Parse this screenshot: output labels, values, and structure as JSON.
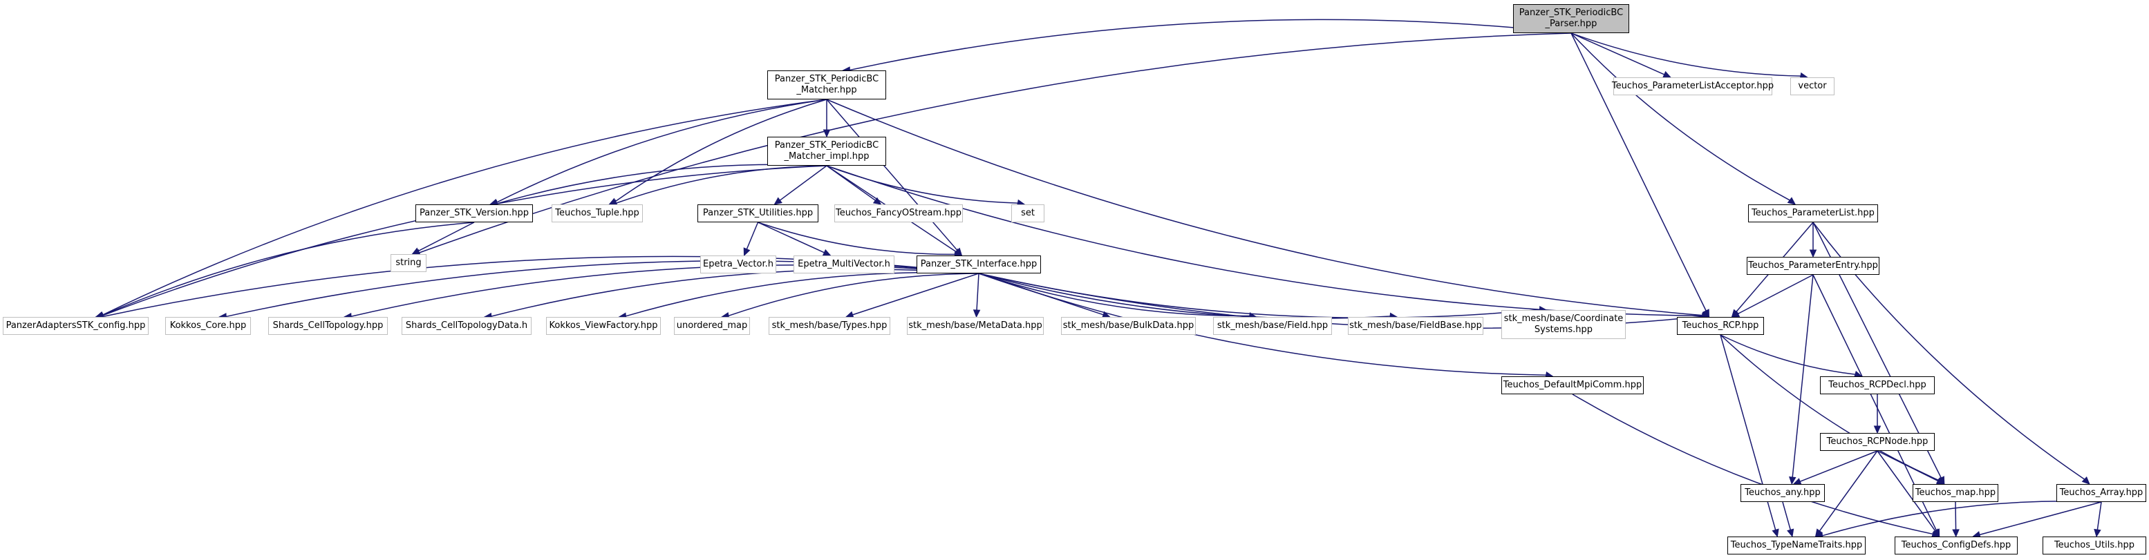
{
  "nodes": [
    {
      "id": "root",
      "label": "Panzer_STK_PeriodicBC\n_Parser.hpp",
      "kind": "root"
    },
    {
      "id": "matcher",
      "label": "Panzer_STK_PeriodicBC\n_Matcher.hpp",
      "kind": "strong"
    },
    {
      "id": "acceptor",
      "label": "Teuchos_ParameterListAcceptor.hpp",
      "kind": "weak"
    },
    {
      "id": "vector",
      "label": "vector",
      "kind": "weak"
    },
    {
      "id": "matcher_impl",
      "label": "Panzer_STK_PeriodicBC\n_Matcher_impl.hpp",
      "kind": "strong"
    },
    {
      "id": "version",
      "label": "Panzer_STK_Version.hpp",
      "kind": "strong"
    },
    {
      "id": "tuple",
      "label": "Teuchos_Tuple.hpp",
      "kind": "weak"
    },
    {
      "id": "utilities",
      "label": "Panzer_STK_Utilities.hpp",
      "kind": "strong"
    },
    {
      "id": "fancy",
      "label": "Teuchos_FancyOStream.hpp",
      "kind": "weak"
    },
    {
      "id": "set",
      "label": "set",
      "kind": "weak"
    },
    {
      "id": "paramlist",
      "label": "Teuchos_ParameterList.hpp",
      "kind": "strong"
    },
    {
      "id": "string",
      "label": "string",
      "kind": "weak"
    },
    {
      "id": "epetra_vec",
      "label": "Epetra_Vector.h",
      "kind": "weak"
    },
    {
      "id": "epetra_mv",
      "label": "Epetra_MultiVector.h",
      "kind": "weak"
    },
    {
      "id": "interface",
      "label": "Panzer_STK_Interface.hpp",
      "kind": "strong"
    },
    {
      "id": "paramentry",
      "label": "Teuchos_ParameterEntry.hpp",
      "kind": "strong"
    },
    {
      "id": "config",
      "label": "PanzerAdaptersSTK_config.hpp",
      "kind": "weak"
    },
    {
      "id": "kokkos_core",
      "label": "Kokkos_Core.hpp",
      "kind": "weak"
    },
    {
      "id": "shards_ct",
      "label": "Shards_CellTopology.hpp",
      "kind": "weak"
    },
    {
      "id": "shards_ctd",
      "label": "Shards_CellTopologyData.h",
      "kind": "weak"
    },
    {
      "id": "kokkos_vf",
      "label": "Kokkos_ViewFactory.hpp",
      "kind": "weak"
    },
    {
      "id": "unordered_map",
      "label": "unordered_map",
      "kind": "weak"
    },
    {
      "id": "types",
      "label": "stk_mesh/base/Types.hpp",
      "kind": "weak"
    },
    {
      "id": "metadata",
      "label": "stk_mesh/base/MetaData.hpp",
      "kind": "weak"
    },
    {
      "id": "bulkdata",
      "label": "stk_mesh/base/BulkData.hpp",
      "kind": "weak"
    },
    {
      "id": "field",
      "label": "stk_mesh/base/Field.hpp",
      "kind": "weak"
    },
    {
      "id": "fieldbase",
      "label": "stk_mesh/base/FieldBase.hpp",
      "kind": "weak"
    },
    {
      "id": "coordsys",
      "label": "stk_mesh/base/Coordinate\nSystems.hpp",
      "kind": "weak"
    },
    {
      "id": "rcp",
      "label": "Teuchos_RCP.hpp",
      "kind": "strong"
    },
    {
      "id": "mpicomm",
      "label": "Teuchos_DefaultMpiComm.hpp",
      "kind": "strong"
    },
    {
      "id": "rcpdecl",
      "label": "Teuchos_RCPDecl.hpp",
      "kind": "strong"
    },
    {
      "id": "rcpnode",
      "label": "Teuchos_RCPNode.hpp",
      "kind": "strong"
    },
    {
      "id": "any",
      "label": "Teuchos_any.hpp",
      "kind": "strong"
    },
    {
      "id": "map",
      "label": "Teuchos_map.hpp",
      "kind": "strong"
    },
    {
      "id": "array",
      "label": "Teuchos_Array.hpp",
      "kind": "strong"
    },
    {
      "id": "typenametraits",
      "label": "Teuchos_TypeNameTraits.hpp",
      "kind": "strong"
    },
    {
      "id": "configdefs",
      "label": "Teuchos_ConfigDefs.hpp",
      "kind": "strong"
    },
    {
      "id": "utils",
      "label": "Teuchos_Utils.hpp",
      "kind": "strong"
    }
  ],
  "edges": [
    [
      "root",
      "matcher"
    ],
    [
      "root",
      "acceptor"
    ],
    [
      "root",
      "vector"
    ],
    [
      "root",
      "string"
    ],
    [
      "root",
      "rcp"
    ],
    [
      "root",
      "paramlist"
    ],
    [
      "matcher",
      "matcher_impl"
    ],
    [
      "matcher",
      "version"
    ],
    [
      "matcher",
      "tuple"
    ],
    [
      "matcher",
      "config"
    ],
    [
      "matcher",
      "interface"
    ],
    [
      "matcher",
      "rcp"
    ],
    [
      "matcher_impl",
      "version"
    ],
    [
      "matcher_impl",
      "tuple"
    ],
    [
      "matcher_impl",
      "utilities"
    ],
    [
      "matcher_impl",
      "fancy"
    ],
    [
      "matcher_impl",
      "set"
    ],
    [
      "matcher_impl",
      "interface"
    ],
    [
      "matcher_impl",
      "config"
    ],
    [
      "matcher_impl",
      "rcp"
    ],
    [
      "version",
      "string"
    ],
    [
      "version",
      "config"
    ],
    [
      "utilities",
      "epetra_vec"
    ],
    [
      "utilities",
      "epetra_mv"
    ],
    [
      "utilities",
      "interface"
    ],
    [
      "interface",
      "config"
    ],
    [
      "interface",
      "kokkos_core"
    ],
    [
      "interface",
      "shards_ct"
    ],
    [
      "interface",
      "shards_ctd"
    ],
    [
      "interface",
      "kokkos_vf"
    ],
    [
      "interface",
      "unordered_map"
    ],
    [
      "interface",
      "types"
    ],
    [
      "interface",
      "metadata"
    ],
    [
      "interface",
      "bulkdata"
    ],
    [
      "interface",
      "field"
    ],
    [
      "interface",
      "fieldbase"
    ],
    [
      "interface",
      "coordsys"
    ],
    [
      "interface",
      "rcp"
    ],
    [
      "interface",
      "mpicomm"
    ],
    [
      "paramlist",
      "paramentry"
    ],
    [
      "paramlist",
      "rcp"
    ],
    [
      "paramlist",
      "map"
    ],
    [
      "paramlist",
      "array"
    ],
    [
      "paramentry",
      "rcp"
    ],
    [
      "paramentry",
      "any"
    ],
    [
      "paramentry",
      "configdefs"
    ],
    [
      "rcp",
      "rcpdecl"
    ],
    [
      "rcp",
      "typenametraits"
    ],
    [
      "rcp",
      "map"
    ],
    [
      "mpicomm",
      "configdefs"
    ],
    [
      "rcpdecl",
      "rcpnode"
    ],
    [
      "rcpnode",
      "any"
    ],
    [
      "rcpnode",
      "map"
    ],
    [
      "rcpnode",
      "typenametraits"
    ],
    [
      "rcpnode",
      "configdefs"
    ],
    [
      "any",
      "typenametraits"
    ],
    [
      "map",
      "configdefs"
    ],
    [
      "array",
      "typenametraits"
    ],
    [
      "array",
      "configdefs"
    ],
    [
      "array",
      "utils"
    ]
  ]
}
